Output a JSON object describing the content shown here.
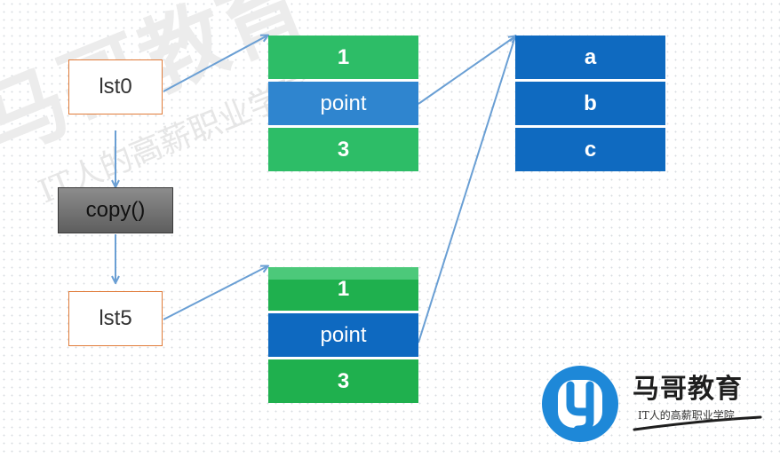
{
  "watermark": {
    "big_text": "马哥教育",
    "small_text": "IT人的高薪职业学院"
  },
  "lst0": {
    "label": "lst0"
  },
  "lst5": {
    "label": "lst5"
  },
  "copy": {
    "label": "copy()"
  },
  "list_top": {
    "cells": [
      {
        "text": "1",
        "color": "#2dbd67"
      },
      {
        "text": "point",
        "color": "#2f85cf"
      },
      {
        "text": "3",
        "color": "#2dbd67"
      }
    ]
  },
  "list_bottom": {
    "cells": [
      {
        "text": "1",
        "color": "#1fb04e"
      },
      {
        "text": "point",
        "color": "#0e69c0"
      },
      {
        "text": "3",
        "color": "#1fb04e"
      }
    ]
  },
  "list_abc": {
    "cells": [
      {
        "text": "a",
        "color": "#0f6ac0"
      },
      {
        "text": "b",
        "color": "#0f6ac0"
      },
      {
        "text": "c",
        "color": "#0f6ac0"
      }
    ]
  },
  "logo": {
    "title": "马哥教育",
    "subtitle": "IT人的高薪职业学院",
    "brand_color": "#1e88d8"
  },
  "colors": {
    "arrow": "#6a9fd4",
    "var_border": "#e07b39"
  }
}
